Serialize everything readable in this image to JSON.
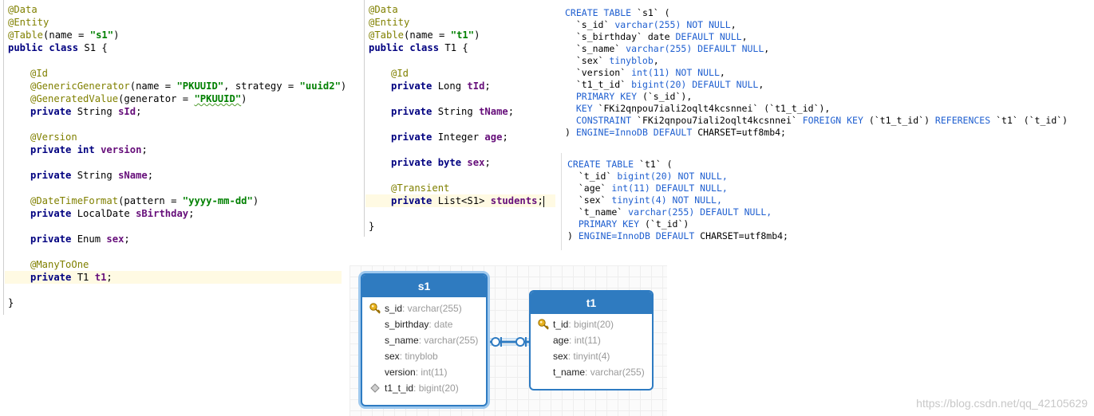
{
  "s1_class": {
    "ann_data": "@Data",
    "ann_entity": "@Entity",
    "ann_table": "@Table",
    "table_arg_pre": "(name = ",
    "table_name": "\"s1\"",
    "table_arg_post": ")",
    "kw_public": "public",
    "kw_class": "class",
    "class_name": " S1 {",
    "ann_id": "@Id",
    "ann_genericgen": "@GenericGenerator",
    "gen_arg1": "(name = ",
    "gen_name": "\"PKUUID\"",
    "gen_arg2": ", strategy = ",
    "gen_strategy": "\"uuid2\"",
    "gen_arg3": ")",
    "ann_genvalue": "@GeneratedValue",
    "gv_arg1": "(generator = ",
    "gv_generator": "\"PKUUID\"",
    "gv_arg2": ")",
    "kw_private": "private",
    "f1_type": " String ",
    "f1_name": "sId",
    "ann_version": "@Version",
    "kw_int": "int",
    "f2_name": "version",
    "f3_type": " String ",
    "f3_name": "sName",
    "ann_datetime": "@DateTimeFormat",
    "dt_arg1": "(pattern = ",
    "dt_pattern": "\"yyyy-mm-dd\"",
    "dt_arg2": ")",
    "f4_type": " LocalDate ",
    "f4_name": "sBirthday",
    "f5_type": " Enum ",
    "f5_name": "sex",
    "ann_manytoone": "@ManyToOne",
    "f6_type": " T1 ",
    "f6_name": "t1",
    "semi": ";",
    "close": "}"
  },
  "t1_class": {
    "ann_data": "@Data",
    "ann_entity": "@Entity",
    "ann_table": "@Table",
    "table_arg_pre": "(name = ",
    "table_name": "\"t1\"",
    "table_arg_post": ")",
    "kw_public": "public",
    "kw_class": "class",
    "class_name": " T1 {",
    "ann_id": "@Id",
    "kw_private": "private",
    "f1_type": " Long ",
    "f1_name": "tId",
    "f2_type": " String ",
    "f2_name": "tName",
    "f3_type": " Integer ",
    "f3_name": "age",
    "kw_byte": "byte",
    "f4_name": "sex",
    "ann_transient": "@Transient",
    "f5_type": " List<S1> ",
    "f5_name": "students",
    "semi": ";",
    "close": "}"
  },
  "sql_s1": {
    "create": "CREATE TABLE",
    "name": " `s1` (",
    "c1_name": "  `s_id` ",
    "c1_type": "varchar(255) NOT NULL",
    "c2_name": "  `s_birthday` date ",
    "c2_def": "DEFAULT NULL",
    "c3_name": "  `s_name` ",
    "c3_type": "varchar(255) DEFAULT NULL",
    "c4_name": "  `sex` ",
    "c4_type": "tinyblob",
    "c5_name": "  `version` ",
    "c5_type": "int(11) NOT NULL",
    "c6_name": "  `t1_t_id` ",
    "c6_type": "bigint(20) DEFAULT NULL",
    "pk_kw": "  PRIMARY KEY",
    "pk_cols": " (`s_id`),",
    "key_kw": "  KEY",
    "key_rest": " `FKi2qnpou7iali2oqlt4kcsnnei` (`t1_t_id`),",
    "con_kw": "  CONSTRAINT",
    "con_name": " `FKi2qnpou7iali2oqlt4kcsnnei` ",
    "fk_kw": "FOREIGN KEY",
    "fk_cols": " (`t1_t_id`) ",
    "ref_kw": "REFERENCES",
    "ref_rest": " `t1` (`t_id`)",
    "end1": ") ",
    "end_engine": "ENGINE=InnoDB DEFAULT",
    "end_charset": " CHARSET=utf8mb4;"
  },
  "sql_t1": {
    "create": "CREATE TABLE",
    "name": " `t1` (",
    "c1_name": "  `t_id` ",
    "c1_type": "bigint(20) NOT NULL,",
    "c2_name": "  `age` ",
    "c2_type": "int(11) DEFAULT NULL,",
    "c3_name": "  `sex` ",
    "c3_type": "tinyint(4) NOT NULL,",
    "c4_name": "  `t_name` ",
    "c4_type": "varchar(255) DEFAULT NULL,",
    "pk_kw": "  PRIMARY KEY",
    "pk_cols": " (`t_id`)",
    "end1": ") ",
    "end_engine": "ENGINE=InnoDB DEFAULT",
    "end_charset": " CHARSET=utf8mb4;"
  },
  "erd": {
    "s1": {
      "title": "s1",
      "columns": [
        {
          "name": "s_id",
          "type": ": varchar(255)"
        },
        {
          "name": "s_birthday",
          "type": ": date"
        },
        {
          "name": "s_name",
          "type": ": varchar(255)"
        },
        {
          "name": "sex",
          "type": ": tinyblob"
        },
        {
          "name": "version",
          "type": ": int(11)"
        },
        {
          "name": "t1_t_id",
          "type": ": bigint(20)"
        }
      ]
    },
    "t1": {
      "title": "t1",
      "columns": [
        {
          "name": "t_id",
          "type": ": bigint(20)"
        },
        {
          "name": "age",
          "type": ": int(11)"
        },
        {
          "name": "sex",
          "type": ": tinyint(4)"
        },
        {
          "name": "t_name",
          "type": ": varchar(255)"
        }
      ]
    }
  },
  "watermark": "https://blog.csdn.net/qq_42105629",
  "colors": {
    "annotation": "#808000",
    "keyword": "#000080",
    "string": "#008000",
    "field": "#660e7a",
    "sql_keyword": "#1f5fd0",
    "erd_header": "#2f7bc0"
  }
}
